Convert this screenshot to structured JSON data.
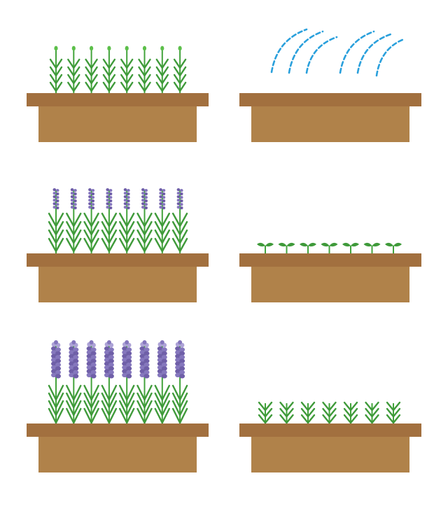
{
  "colors": {
    "background": "#ffffff",
    "planter_rim": "#a2703f",
    "planter_body": "#b0824a",
    "stem": "#43a33c",
    "leaf": "#3f9a3a",
    "bud_green": "#5cbf4a",
    "lavender_dark": "#6f5fa8",
    "lavender_mid": "#8577bd",
    "lavender_light": "#ada3d6",
    "water": "#2aa0dc"
  },
  "panels": [
    {
      "id": "stage-watering",
      "column": "right",
      "row": 1,
      "plant": "water",
      "count": 0
    },
    {
      "id": "stage-seedlings",
      "column": "right",
      "row": 2,
      "plant": "seedling",
      "count": 7
    },
    {
      "id": "stage-young-plants",
      "column": "right",
      "row": 3,
      "plant": "sprout",
      "count": 7
    },
    {
      "id": "stage-budding",
      "column": "left",
      "row": 1,
      "plant": "bud",
      "count": 8
    },
    {
      "id": "stage-early-flowering",
      "column": "left",
      "row": 2,
      "plant": "early-lavender",
      "count": 8
    },
    {
      "id": "stage-full-bloom",
      "column": "left",
      "row": 3,
      "plant": "full-lavender",
      "count": 8
    }
  ]
}
